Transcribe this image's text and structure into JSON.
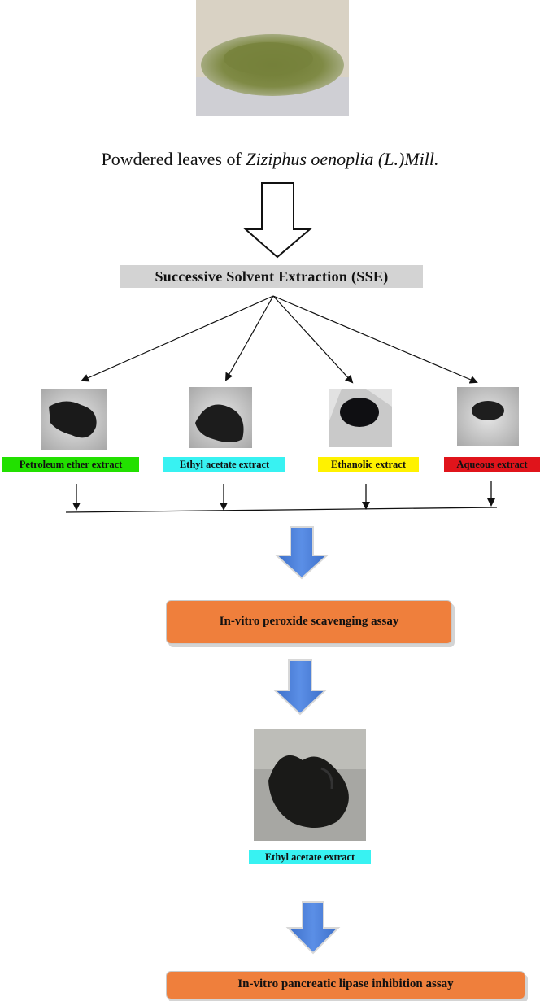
{
  "caption": {
    "prefix": "Powdered leaves of ",
    "species": "Ziziphus oenoplia (L.)Mill."
  },
  "sse_label": "Successive Solvent Extraction (SSE)",
  "extracts": [
    {
      "label": "Petroleum ether extract",
      "color": "#22e000"
    },
    {
      "label": "Ethyl acetate extract",
      "color": "#38f2f2"
    },
    {
      "label": "Ethanolic extract",
      "color": "#fff200"
    },
    {
      "label": "Aqueous extract",
      "color": "#e0141b"
    }
  ],
  "assay1": "In-vitro peroxide scavenging assay",
  "selected_extract": {
    "label": "Ethyl acetate extract",
    "color": "#38f2f2"
  },
  "assay2": "In-vitro pancreatic lipase inhibition assay",
  "colors": {
    "box_fill": "#ef7f3c",
    "block_arrow": "#4a7ed6",
    "sse_bg": "#d3d3d3"
  }
}
